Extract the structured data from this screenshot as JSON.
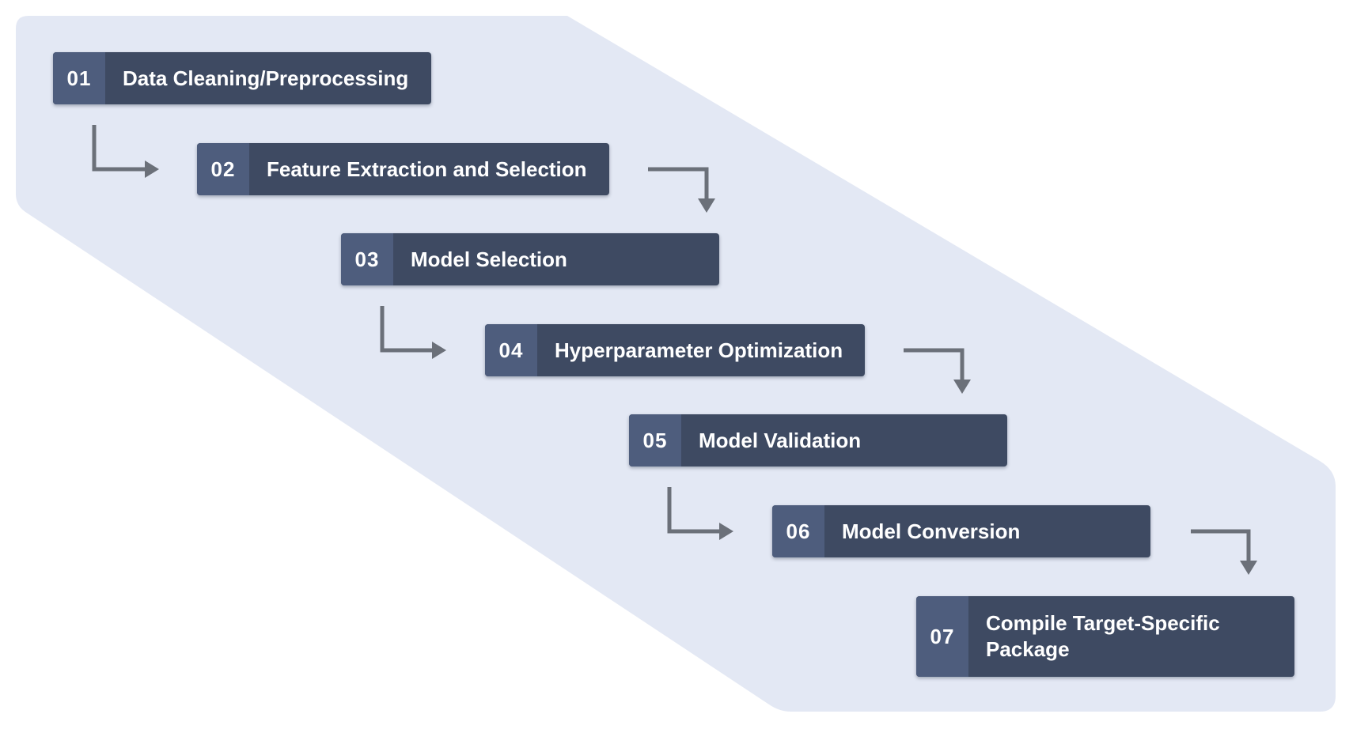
{
  "steps": [
    {
      "number": "01",
      "label": "Data Cleaning/Preprocessing"
    },
    {
      "number": "02",
      "label": "Feature Extraction and Selection"
    },
    {
      "number": "03",
      "label": "Model Selection"
    },
    {
      "number": "04",
      "label": "Hyperparameter Optimization"
    },
    {
      "number": "05",
      "label": "Model Validation"
    },
    {
      "number": "06",
      "label": "Model Conversion"
    },
    {
      "number": "07",
      "label": "Compile Target-Specific Package"
    }
  ],
  "colors": {
    "background_band": "#e3e8f4",
    "number_box": "#4e5d7d",
    "label_box": "#3e4a62",
    "arrow": "#6b7079",
    "text": "#ffffff"
  }
}
